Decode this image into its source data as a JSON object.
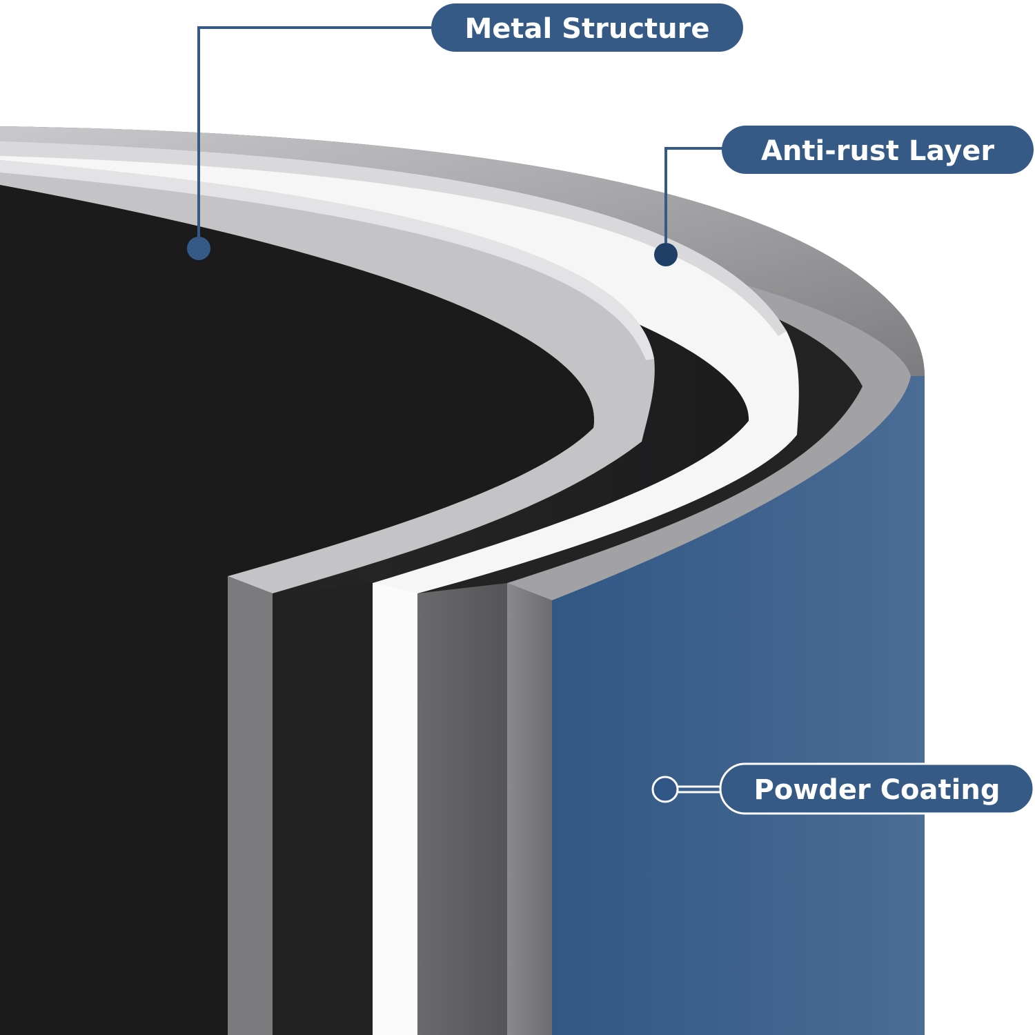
{
  "callouts": {
    "metal_structure": "Metal Structure",
    "anti_rust_layer": "Anti-rust Layer",
    "powder_coating": "Powder Coating"
  },
  "colors": {
    "accent_navy": "#355a85",
    "dot_dark": "#1f3f66",
    "powder_blue": "#2f5685",
    "inner_black": "#1c1c1e",
    "rim_gray": "#a9a9ab",
    "white_band": "#f7f7f7"
  }
}
